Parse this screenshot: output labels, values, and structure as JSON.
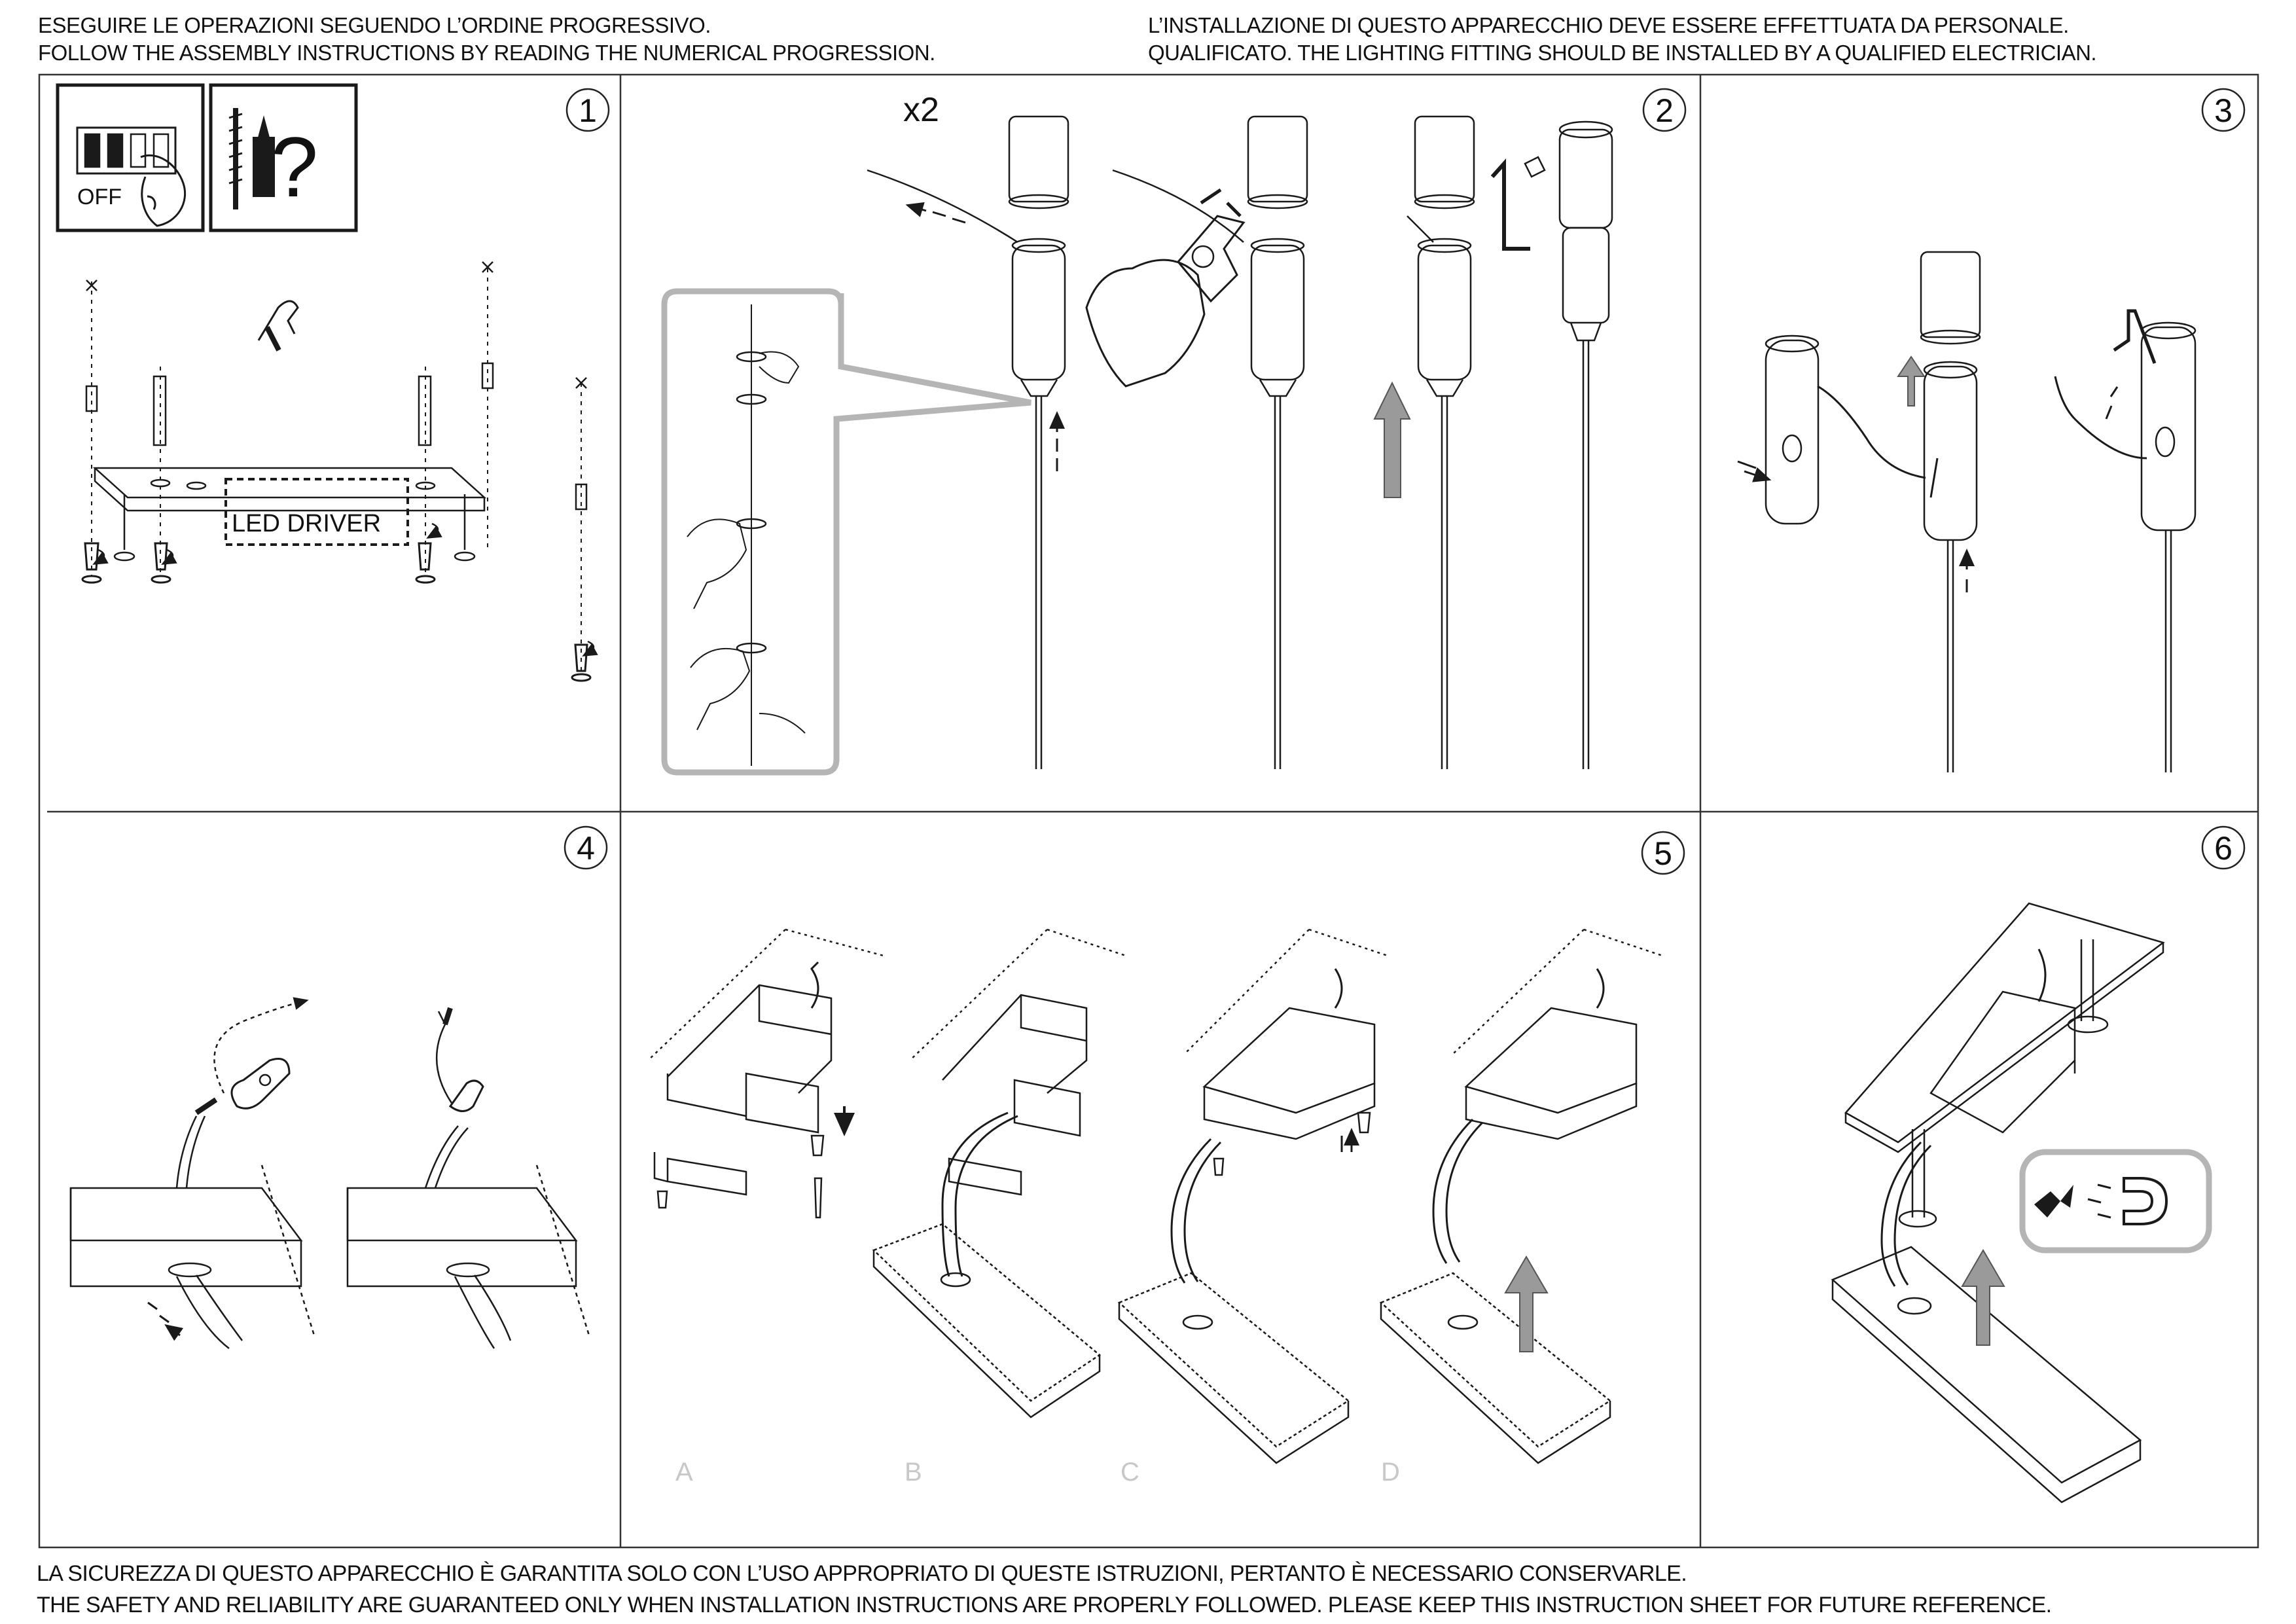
{
  "header": {
    "left_line1": "ESEGUIRE LE OPERAZIONI SEGUENDO L’ORDINE PROGRESSIVO.",
    "left_line2": "FOLLOW THE ASSEMBLY INSTRUCTIONS BY READING THE NUMERICAL PROGRESSION.",
    "right_line1": "L’INSTALLAZIONE DI QUESTO APPARECCHIO DEVE ESSERE EFFETTUATA DA PERSONALE.",
    "right_line2": "QUALIFICATO. THE LIGHTING FITTING SHOULD BE INSTALLED BY A QUALIFIED ELECTRICIAN."
  },
  "steps": [
    "1",
    "2",
    "3",
    "4",
    "5",
    "6"
  ],
  "labels": {
    "off": "OFF",
    "question": "?",
    "led_driver": "LED DRIVER",
    "times_two": "x2",
    "sub_a": "A",
    "sub_b": "B",
    "sub_c": "C",
    "sub_d": "D"
  },
  "footer": {
    "line1": "LA SICUREZZA DI QUESTO APPARECCHIO È GARANTITA SOLO CON L’USO APPROPRIATO DI QUESTE ISTRUZIONI, PERTANTO È NECESSARIO CONSERVARLE.",
    "line2": "THE SAFETY AND RELIABILITY ARE GUARANTEED ONLY WHEN INSTALLATION INSTRUCTIONS ARE PROPERLY FOLLOWED. PLEASE KEEP THIS INSTRUCTION SHEET FOR FUTURE REFERENCE."
  },
  "colors": {
    "line": "#1a1a1a",
    "arrow_gray": "#9a9a9a",
    "callout_gray": "#b5b5b5",
    "sub_label": "#c8c8c8"
  }
}
